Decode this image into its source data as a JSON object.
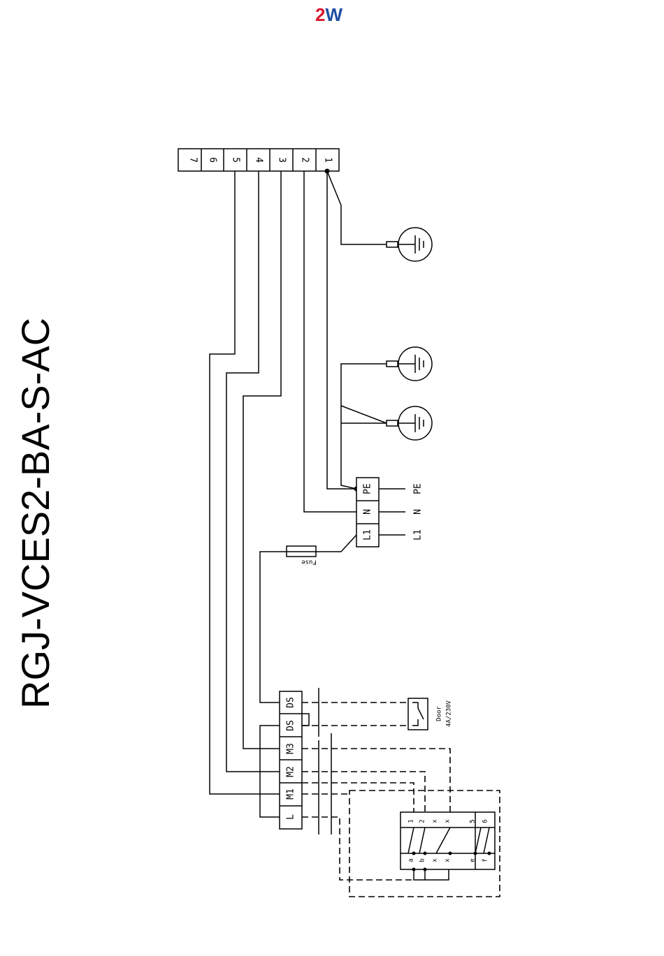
{
  "logo": {
    "text_2": "2",
    "text_w": "W",
    "color_red": "#d6152c",
    "color_blue": "#1e4fa3"
  },
  "title": "RGJ-VCES2-BA-S-AC",
  "terminal_block": [
    "7",
    "6",
    "5",
    "4",
    "3",
    "2",
    "1"
  ],
  "supply_block": [
    "PE",
    "N",
    "L1"
  ],
  "supply_labels": [
    "PE",
    "N",
    "L1"
  ],
  "fuse_label": "Fuse",
  "control_block": [
    "DS",
    "DS",
    "M3",
    "M2",
    "M1",
    "L"
  ],
  "door_switch": {
    "label": "Door",
    "rating": "4A/230V"
  },
  "switch_contacts": {
    "top": [
      "1",
      "2",
      "x",
      "x",
      "5",
      "6"
    ],
    "bottom": [
      "a",
      "b",
      "x",
      "x",
      "e",
      "f"
    ]
  }
}
